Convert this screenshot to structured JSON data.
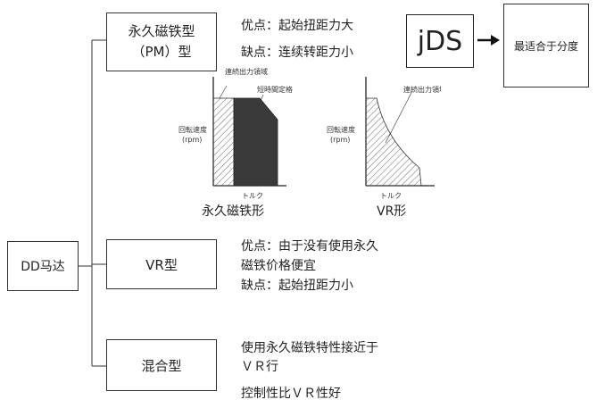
{
  "root": {
    "label": "DD马达"
  },
  "pm": {
    "title_line1": "永久磁铁型",
    "title_line2": "（PM）型",
    "pro": "优点：起始扭距力大",
    "con": "缺点：连续转距力小",
    "jds_label": "jDS",
    "best_label": "最适合于分度"
  },
  "charts": {
    "left": {
      "annot1": "連続出力領域",
      "annot2": "短時間定格領域",
      "ylabel1": "回転速度",
      "ylabel2": "(rpm)",
      "xlabel": "トルク",
      "caption": "永久磁铁形"
    },
    "right": {
      "annot1": "連続出力領域",
      "ylabel1": "回転速度",
      "ylabel2": "(rpm)",
      "xlabel": "トルク",
      "caption": "VR形"
    }
  },
  "vr": {
    "title": "VR型",
    "pro_line1": "优点：由于没有使用永久",
    "pro_line2": "磁铁价格便宜",
    "con": "缺点：起始扭距力小"
  },
  "hybrid": {
    "title": "混合型",
    "desc_line1": "使用永久磁铁特性接近于",
    "desc_line2": "ＶＲ行",
    "desc_line3": "控制性比ＶＲ性好"
  }
}
